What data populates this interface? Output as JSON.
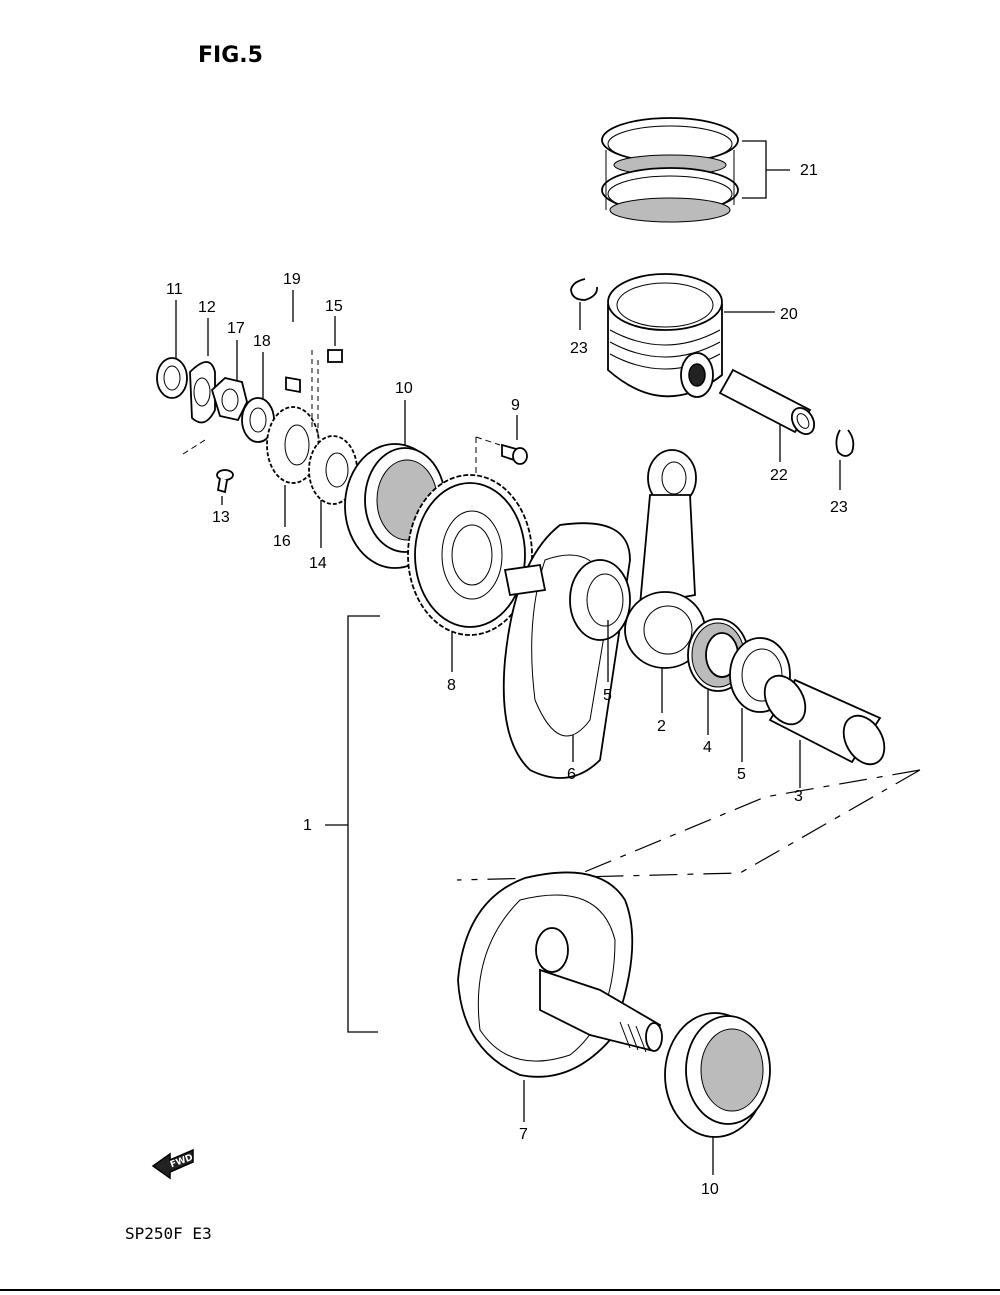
{
  "figure": {
    "title": "FIG.5",
    "model_code": "SP250F E3",
    "direction_badge": "FWD"
  },
  "callouts": {
    "c1": "1",
    "c2": "2",
    "c3": "3",
    "c4": "4",
    "c5a": "5",
    "c5b": "5",
    "c6": "6",
    "c7": "7",
    "c8": "8",
    "c9": "9",
    "c10a": "10",
    "c10b": "10",
    "c11": "11",
    "c12": "12",
    "c13": "13",
    "c14": "14",
    "c15": "15",
    "c16": "16",
    "c17": "17",
    "c18": "18",
    "c19": "19",
    "c20": "20",
    "c21": "21",
    "c22": "22",
    "c23a": "23",
    "c23b": "23"
  }
}
